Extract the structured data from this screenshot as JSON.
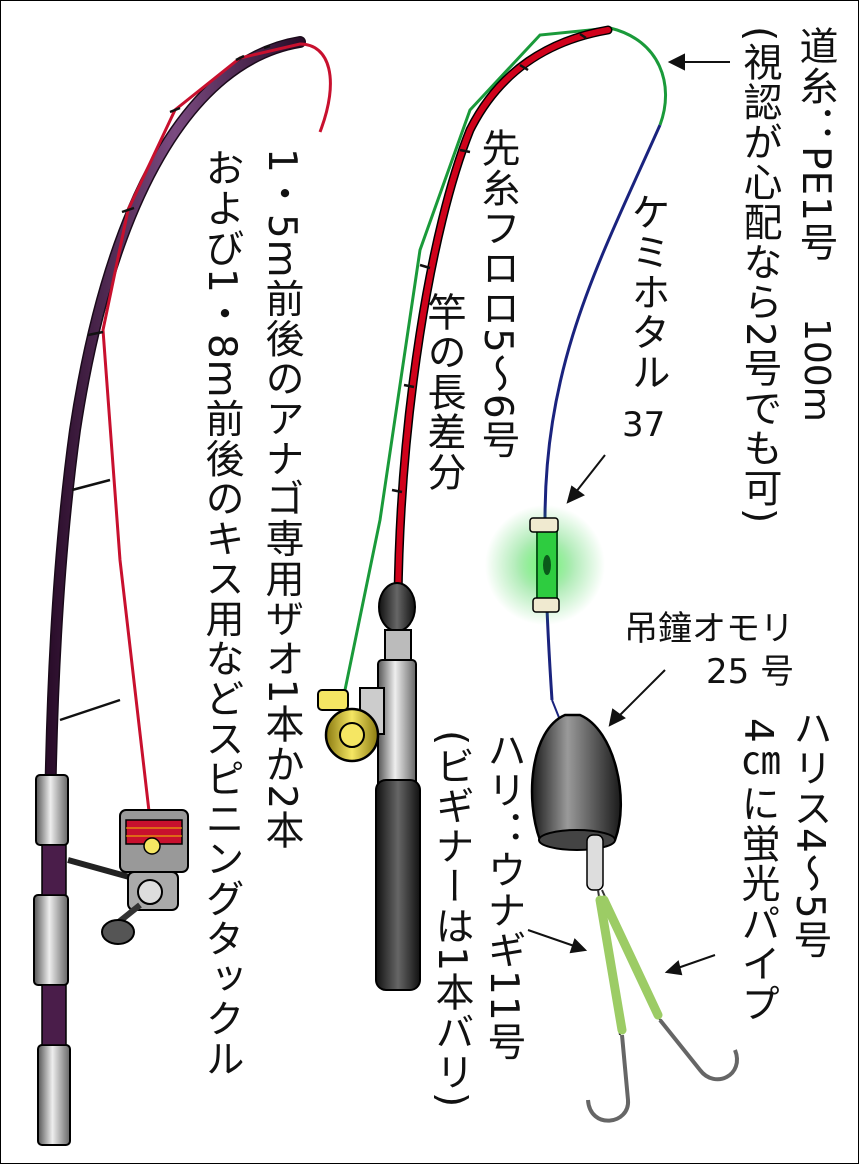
{
  "labels": {
    "rod_note_line1": "1・5m前後のアナゴ専用ザオ1本か2本",
    "rod_note_line2": "および1・8m前後のキス用などスピニングタックル",
    "michiito_line1": "道糸：PE1号",
    "michiito_line2": "(視認が心配なら2号でも可)",
    "michiito_length": "100m",
    "sakiito_line1": "先糸フロロ5〜6号",
    "sakiito_line2": "竿の長差分",
    "light_name": "ケミホタル",
    "light_size": "37",
    "sinker_name": "吊鐘オモリ",
    "sinker_size": "25 号",
    "hook_line1": "ハリ：ウナギ11号",
    "hook_line2": "(ビギナーは1本バリ)",
    "harisu_line1": "ハリス4〜5号",
    "harisu_line2": "4㎝に蛍光パイプ"
  },
  "colors": {
    "rod_left": "#4a1d4a",
    "rod_left_line": "#c8102e",
    "leader_line": "#1a9a3a",
    "main_line": "#1a237e",
    "rod_right": "#d0021b",
    "chemical_light": "#2ecc40",
    "sinker": "#3a3a3a",
    "hook_pipe": "#9ccc65"
  }
}
